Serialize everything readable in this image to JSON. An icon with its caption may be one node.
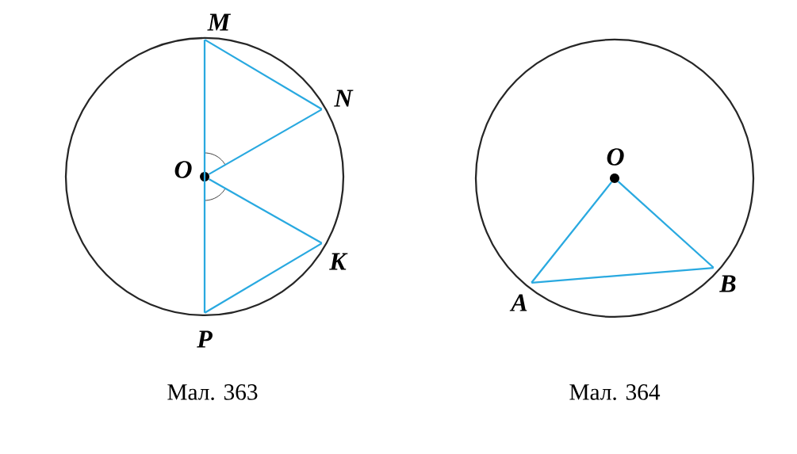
{
  "diagram": {
    "nodes": [
      {
        "text": [],
        "shape": "point",
        "beside": [
          "M"
        ]
      },
      {
        "text": [],
        "shape": "point",
        "beside": [
          "N"
        ]
      },
      {
        "text": [],
        "shape": "dot",
        "beside": [
          "O"
        ]
      },
      {
        "text": [],
        "shape": "point",
        "beside": [
          "K"
        ]
      },
      {
        "text": [],
        "shape": "point",
        "beside": [
          "P"
        ]
      },
      {
        "text": [],
        "shape": "dot",
        "beside": [
          "O"
        ]
      },
      {
        "text": [],
        "shape": "point",
        "beside": [
          "A"
        ]
      },
      {
        "text": [],
        "shape": "point",
        "beside": [
          "B"
        ]
      }
    ],
    "edges": [
      {
        "from": 0,
        "to": 4,
        "arrow": "none"
      },
      {
        "from": 0,
        "to": 1,
        "arrow": "none"
      },
      {
        "from": 1,
        "to": 2,
        "arrow": "none"
      },
      {
        "from": 2,
        "to": 3,
        "arrow": "none"
      },
      {
        "from": 3,
        "to": 4,
        "arrow": "none"
      },
      {
        "from": 5,
        "to": 6,
        "arrow": "none"
      },
      {
        "from": 5,
        "to": 7,
        "arrow": "none"
      },
      {
        "from": 6,
        "to": 7,
        "arrow": "none"
      }
    ],
    "labels": [
      "Мал. 363",
      "Мал. 364"
    ]
  }
}
